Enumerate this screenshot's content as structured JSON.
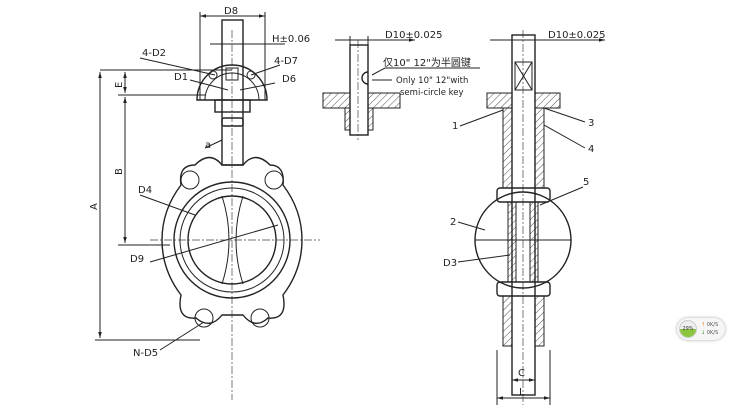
{
  "drawing": {
    "front_view": {
      "labels": {
        "d8": "D8",
        "h": "H±0.06",
        "d2": "4-D2",
        "d7": "4-D7",
        "d1": "D1",
        "d6": "D6",
        "e": "E",
        "b": "B",
        "a_dim": "A",
        "a_small": "a",
        "d4": "D4",
        "d9": "D9",
        "n_d5": "N-D5"
      }
    },
    "key_detail": {
      "d10": "D10±0.025",
      "note_cn": "仅10\" 12\"为半圆键",
      "note_en_1": "Only 10\" 12\"with",
      "note_en_2": "semi-circle key"
    },
    "side_view": {
      "d10": "D10±0.025",
      "parts": [
        "1",
        "2",
        "3",
        "4",
        "5"
      ],
      "d3": "D3",
      "c": "C",
      "l": "L"
    }
  },
  "speed_widget": {
    "percent": "29%",
    "upload": "0K/S",
    "download": "0K/S",
    "up_icon": "arrow-up-icon",
    "down_icon": "arrow-down-icon",
    "colors": {
      "fill": "#8cc63f",
      "up": "#e67e22",
      "down": "#2e8b2e"
    }
  }
}
